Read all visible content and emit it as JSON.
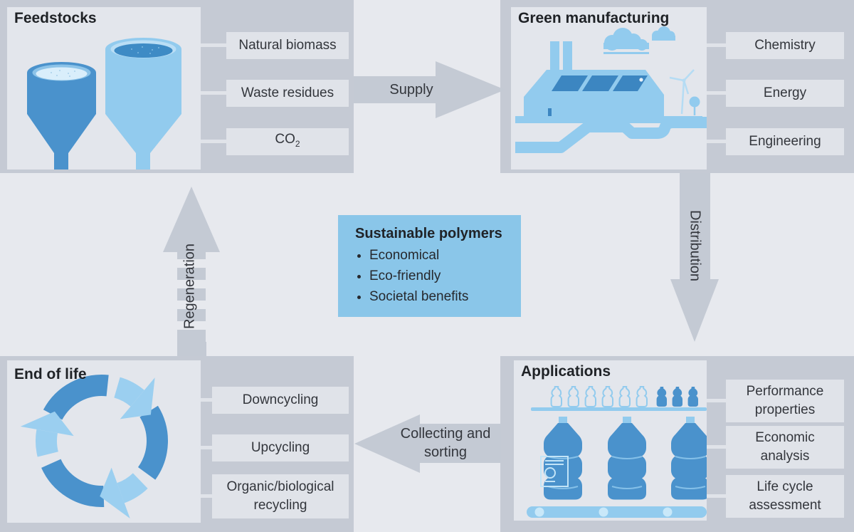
{
  "colors": {
    "page_bg": "#e7e9ee",
    "panel_grey": "#c5cad4",
    "inner_box_bg": "#e3e6ec",
    "label_box_bg": "#e0e3e9",
    "arrow_grey": "#c4cad4",
    "center_box_blue": "#8ac6e9",
    "dark_blue": "#4a92cc",
    "light_blue": "#92cbee",
    "text_dark": "#2e3137"
  },
  "center": {
    "title": "Sustainable polymers",
    "bullets": [
      "Economical",
      "Eco-friendly",
      "Societal benefits"
    ]
  },
  "arrows": {
    "supply": "Supply",
    "distribution": "Distribution",
    "collecting_line1": "Collecting and",
    "collecting_line2": "sorting",
    "regeneration": "Regeneration"
  },
  "panels": {
    "feedstocks": {
      "title": "Feedstocks",
      "labels": [
        "Natural biomass",
        "Waste residues"
      ],
      "co2_base": "CO",
      "co2_sub": "2"
    },
    "green_manufacturing": {
      "title": "Green manufacturing",
      "labels": [
        "Chemistry",
        "Energy",
        "Engineering"
      ]
    },
    "applications": {
      "title": "Applications",
      "labels": [
        "Performance properties",
        "Economic analysis",
        "Life cycle assessment"
      ]
    },
    "end_of_life": {
      "title": "End of life",
      "labels": [
        "Downcycling",
        "Upcycling",
        "Organic/biological recycling"
      ]
    }
  }
}
